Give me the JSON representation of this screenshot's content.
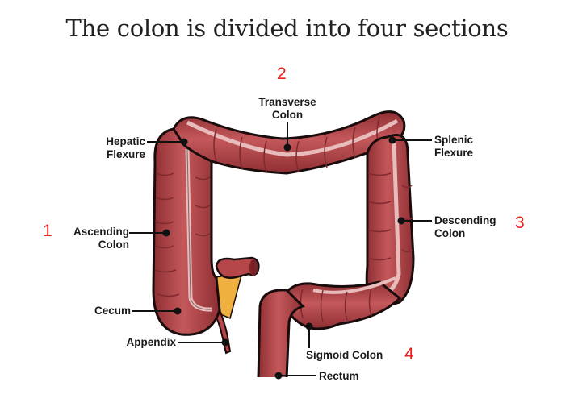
{
  "title": "The colon is divided into four sections",
  "colors": {
    "colon_fill": "#b5464a",
    "colon_highlight": "#d97a7c",
    "colon_outline": "#1a0c0c",
    "inner_stripe": "#e9bcbc",
    "mesentery": "#f0b040",
    "section_number": "#e8201a",
    "label_text": "#1a1a1a"
  },
  "section_numbers": [
    {
      "id": "1",
      "label": "1",
      "section": "Ascending Colon"
    },
    {
      "id": "2",
      "label": "2",
      "section": "Transverse Colon"
    },
    {
      "id": "3",
      "label": "3",
      "section": "Descending Colon"
    },
    {
      "id": "4",
      "label": "4",
      "section": "Sigmoid Colon"
    }
  ],
  "labels": {
    "transverse": {
      "line1": "Transverse",
      "line2": "Colon"
    },
    "hepatic": {
      "line1": "Hepatic",
      "line2": "Flexure"
    },
    "splenic": {
      "line1": "Splenic",
      "line2": "Flexure"
    },
    "ascending": {
      "line1": "Ascending",
      "line2": "Colon"
    },
    "descending": {
      "line1": "Descending",
      "line2": "Colon"
    },
    "cecum": {
      "line1": "Cecum"
    },
    "appendix": {
      "line1": "Appendix"
    },
    "sigmoid": {
      "line1": "Sigmoid Colon"
    },
    "rectum": {
      "line1": "Rectum"
    }
  }
}
